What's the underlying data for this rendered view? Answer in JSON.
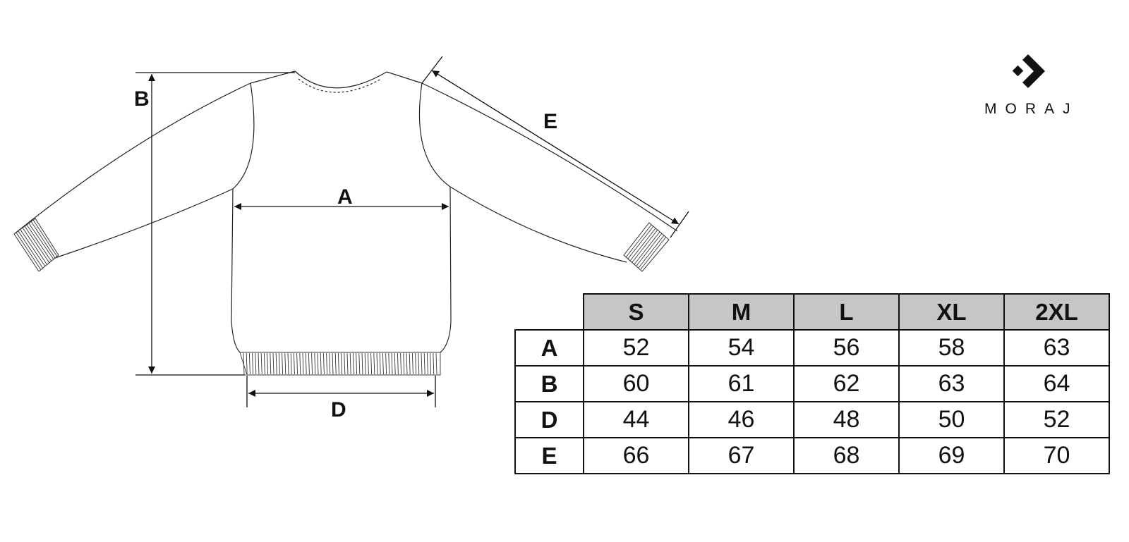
{
  "measure_labels": {
    "chest_width": "A",
    "length": "B",
    "hem_width": "D",
    "sleeve_length": "E"
  },
  "brand": {
    "name": "MORAJ"
  },
  "size_table": {
    "sizes": [
      "S",
      "M",
      "L",
      "XL",
      "2XL"
    ],
    "rows": [
      {
        "label": "A",
        "values": [
          "52",
          "54",
          "56",
          "58",
          "63"
        ]
      },
      {
        "label": "B",
        "values": [
          "60",
          "61",
          "62",
          "63",
          "64"
        ]
      },
      {
        "label": "D",
        "values": [
          "44",
          "46",
          "48",
          "50",
          "52"
        ]
      },
      {
        "label": "E",
        "values": [
          "66",
          "67",
          "68",
          "69",
          "70"
        ]
      }
    ],
    "header_color": "#c6c6c6"
  }
}
